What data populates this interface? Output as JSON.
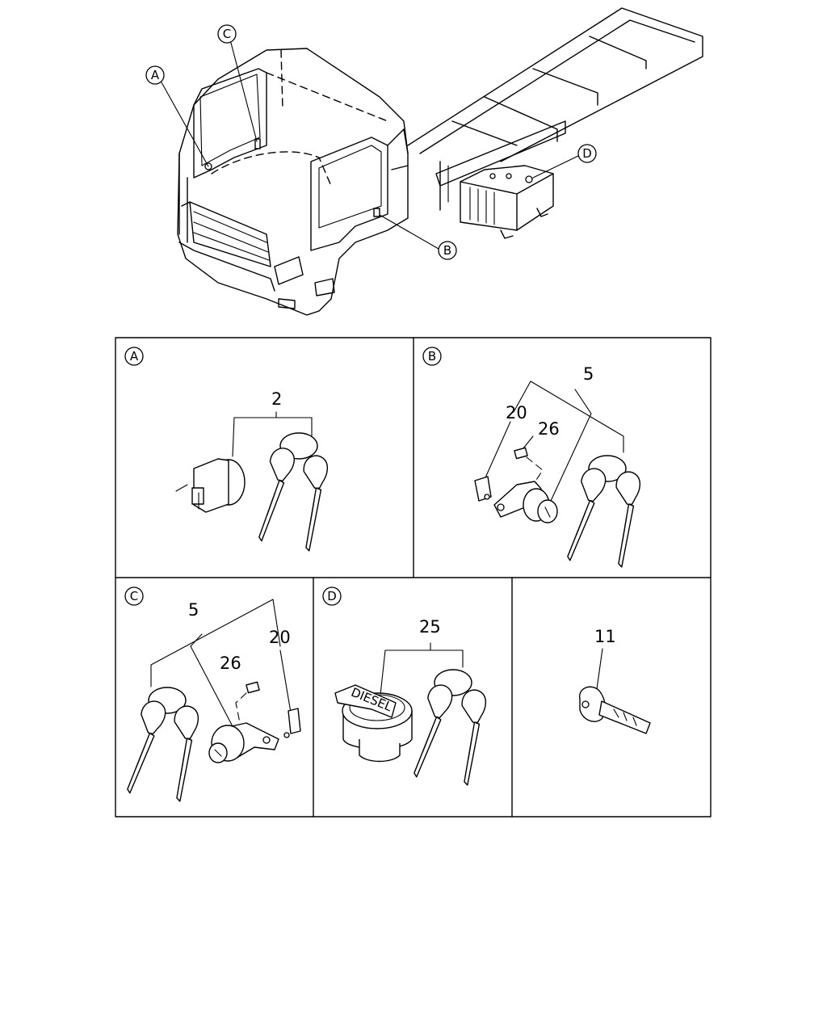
{
  "overview": {
    "callouts": [
      "A",
      "C",
      "B",
      "D"
    ]
  },
  "panels": {
    "A": {
      "label": "A",
      "part_numbers": [
        "2"
      ]
    },
    "B": {
      "label": "B",
      "part_numbers": [
        "5",
        "20",
        "26"
      ]
    },
    "C": {
      "label": "C",
      "part_numbers": [
        "5",
        "20",
        "26"
      ]
    },
    "D": {
      "label": "D",
      "part_numbers": [
        "25"
      ],
      "cap_text": "DIESEL"
    },
    "E": {
      "part_numbers": [
        "11"
      ]
    }
  }
}
